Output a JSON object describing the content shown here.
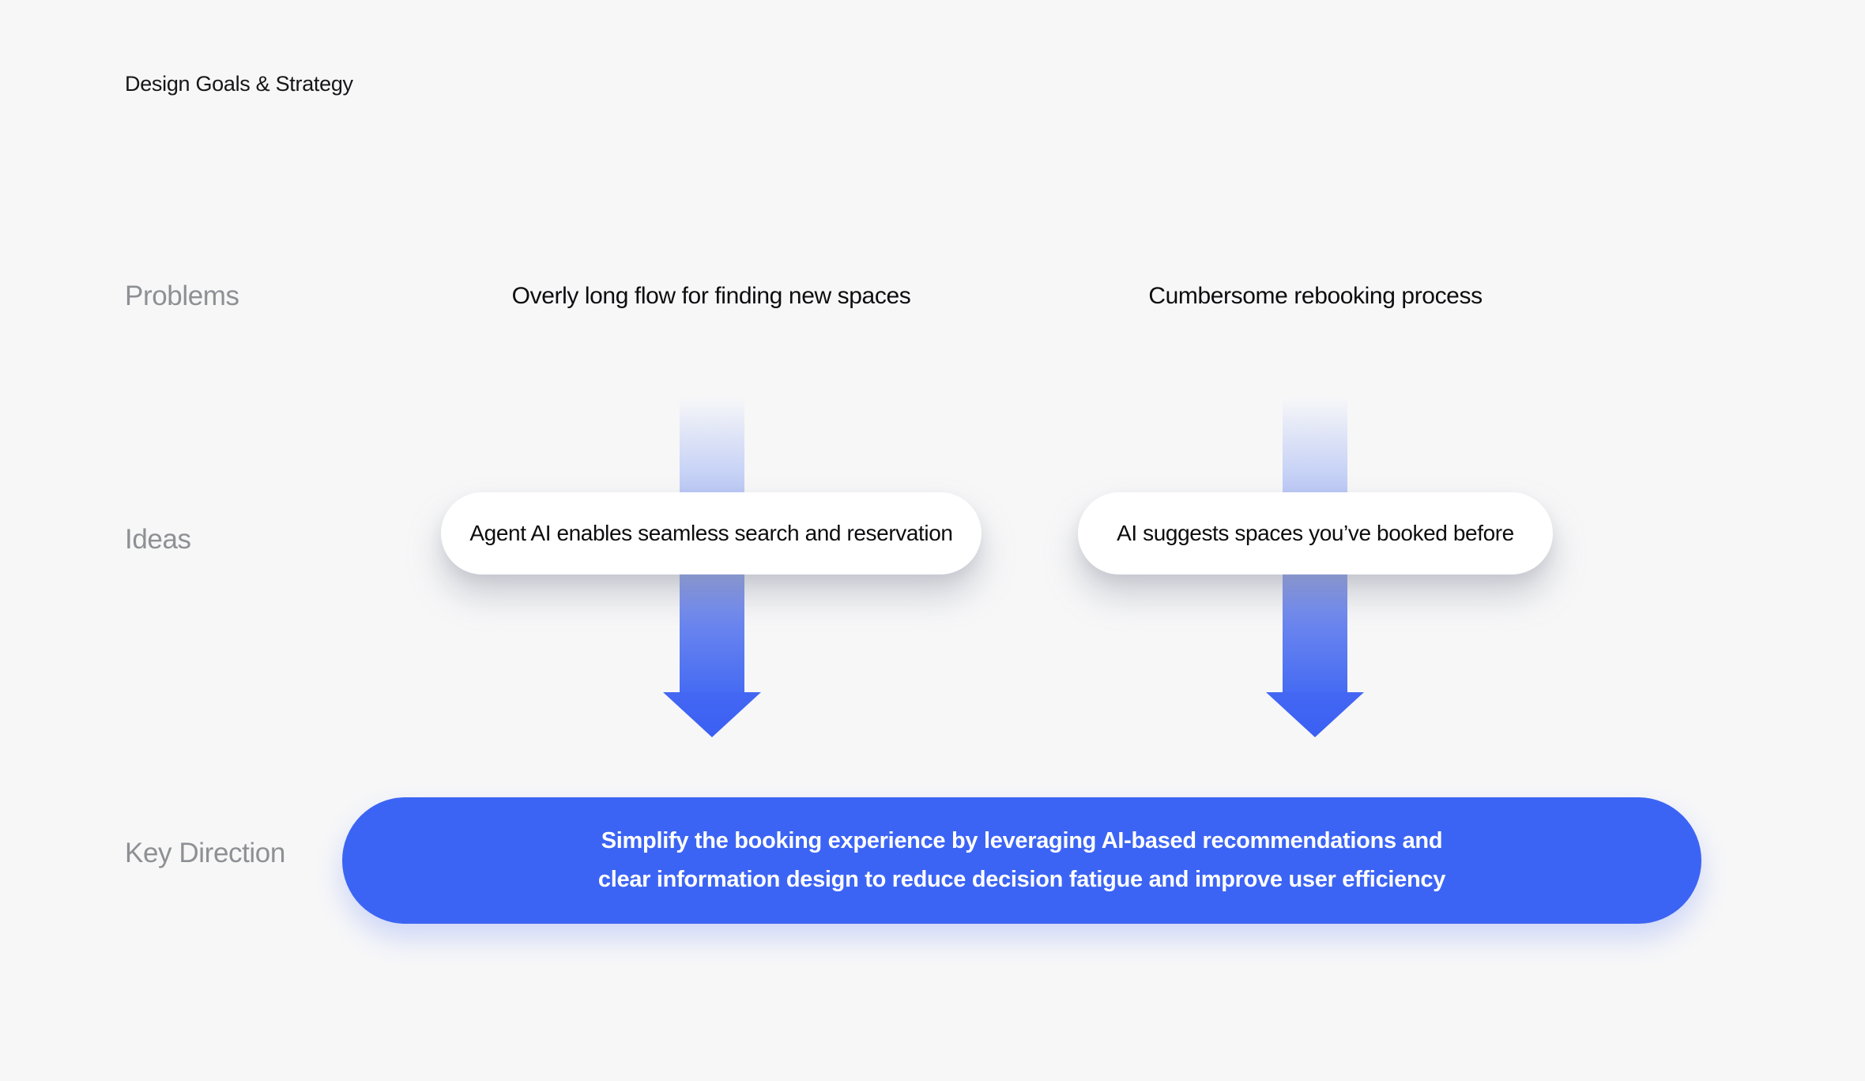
{
  "title": "Design Goals & Strategy",
  "row_labels": {
    "problems": "Problems",
    "ideas": "Ideas",
    "key_direction": "Key Direction"
  },
  "columns": [
    {
      "problem": "Overly long flow for finding new spaces",
      "idea": "Agent AI enables seamless search and reservation"
    },
    {
      "problem": "Cumbersome rebooking process",
      "idea": "AI suggests spaces you’ve booked before"
    }
  ],
  "key_direction": {
    "line1": "Simplify the booking experience by leveraging AI-based recommendations and",
    "line2": "clear information design to reduce decision fatigue and improve user efficiency"
  },
  "colors": {
    "background": "#F7F7F8",
    "accent_blue": "#3C64F4",
    "arrow_light": "#B9C7F5",
    "label_gray": "#8E9094",
    "text_dark": "#0D0D0F",
    "pill_white": "#FFFFFF"
  }
}
